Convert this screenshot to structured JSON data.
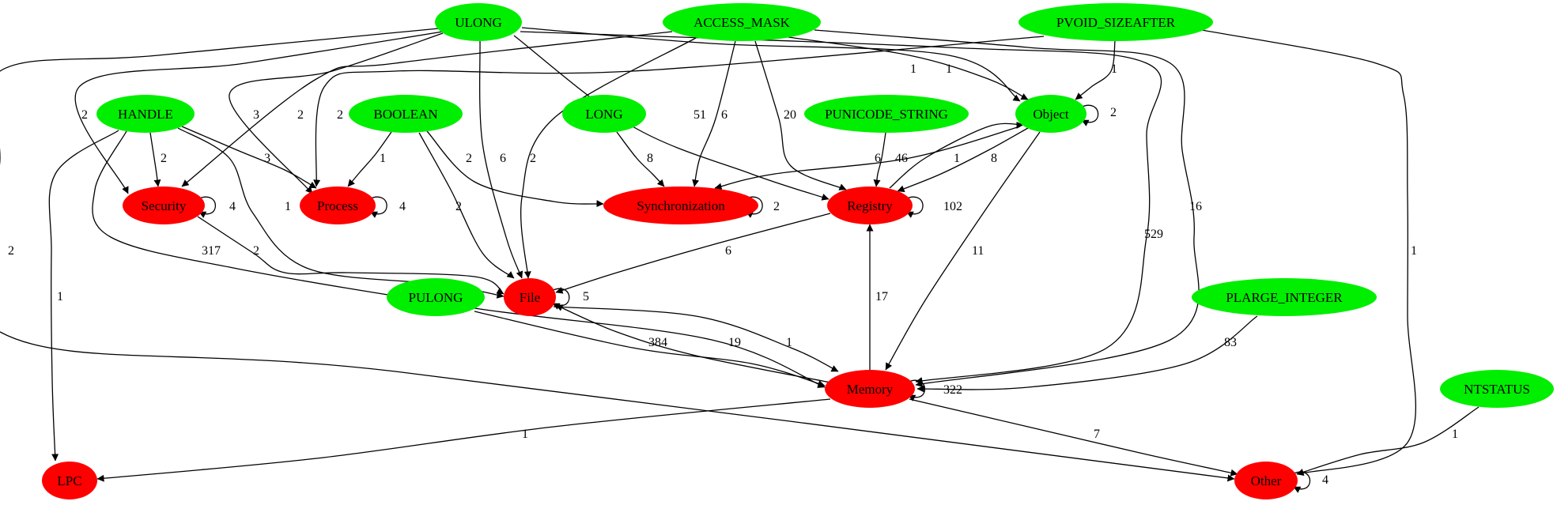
{
  "colors": {
    "type_node": "#00ee00",
    "category_node": "#ff0000",
    "edge": "#000000"
  },
  "nodes": [
    {
      "id": "ULONG",
      "label": "ULONG",
      "kind": "type"
    },
    {
      "id": "ACCESS_MASK",
      "label": "ACCESS_MASK",
      "kind": "type"
    },
    {
      "id": "PVOID_SIZEAFTER",
      "label": "PVOID_SIZEAFTER",
      "kind": "type"
    },
    {
      "id": "HANDLE",
      "label": "HANDLE",
      "kind": "type"
    },
    {
      "id": "BOOLEAN",
      "label": "BOOLEAN",
      "kind": "type"
    },
    {
      "id": "LONG",
      "label": "LONG",
      "kind": "type"
    },
    {
      "id": "PUNICODE_STRING",
      "label": "PUNICODE_STRING",
      "kind": "type"
    },
    {
      "id": "Object",
      "label": "Object",
      "kind": "type"
    },
    {
      "id": "PULONG",
      "label": "PULONG",
      "kind": "type"
    },
    {
      "id": "PLARGE_INTEGER",
      "label": "PLARGE_INTEGER",
      "kind": "type"
    },
    {
      "id": "NTSTATUS",
      "label": "NTSTATUS",
      "kind": "type"
    },
    {
      "id": "Security",
      "label": "Security",
      "kind": "category"
    },
    {
      "id": "Process",
      "label": "Process",
      "kind": "category"
    },
    {
      "id": "Synchronization",
      "label": "Synchronization",
      "kind": "category"
    },
    {
      "id": "Registry",
      "label": "Registry",
      "kind": "category"
    },
    {
      "id": "File",
      "label": "File",
      "kind": "category"
    },
    {
      "id": "Memory",
      "label": "Memory",
      "kind": "category"
    },
    {
      "id": "LPC",
      "label": "LPC",
      "kind": "category"
    },
    {
      "id": "Other",
      "label": "Other",
      "kind": "category"
    }
  ],
  "edges": [
    {
      "from": "ULONG",
      "to": "Security",
      "label": "2"
    },
    {
      "from": "ULONG",
      "to": "Process",
      "label": "3"
    },
    {
      "from": "ULONG",
      "to": "File",
      "label": "6"
    },
    {
      "from": "ULONG",
      "to": "Registry",
      "label": "51"
    },
    {
      "from": "ULONG",
      "to": "Object",
      "label": "1"
    },
    {
      "from": "ULONG",
      "to": "Memory",
      "label": "529"
    },
    {
      "from": "ULONG",
      "to": "Other",
      "label": "2"
    },
    {
      "from": "ACCESS_MASK",
      "to": "Security",
      "label": "2"
    },
    {
      "from": "ACCESS_MASK",
      "to": "File",
      "label": "2"
    },
    {
      "from": "ACCESS_MASK",
      "to": "Synchronization",
      "label": "6"
    },
    {
      "from": "ACCESS_MASK",
      "to": "Registry",
      "label": "20"
    },
    {
      "from": "ACCESS_MASK",
      "to": "Object",
      "label": "1"
    },
    {
      "from": "ACCESS_MASK",
      "to": "Memory",
      "label": "16"
    },
    {
      "from": "PVOID_SIZEAFTER",
      "to": "Process",
      "label": "2"
    },
    {
      "from": "PVOID_SIZEAFTER",
      "to": "Object",
      "label": "1"
    },
    {
      "from": "PVOID_SIZEAFTER",
      "to": "Other",
      "label": "1"
    },
    {
      "from": "HANDLE",
      "to": "Security",
      "label": "2"
    },
    {
      "from": "HANDLE",
      "to": "Process",
      "label": "3"
    },
    {
      "from": "HANDLE",
      "to": "File",
      "label": "1"
    },
    {
      "from": "HANDLE",
      "to": "Memory",
      "label": "317"
    },
    {
      "from": "HANDLE",
      "to": "LPC",
      "label": "1"
    },
    {
      "from": "BOOLEAN",
      "to": "Process",
      "label": "1"
    },
    {
      "from": "BOOLEAN",
      "to": "Synchronization",
      "label": "2"
    },
    {
      "from": "BOOLEAN",
      "to": "File",
      "label": "2"
    },
    {
      "from": "LONG",
      "to": "Synchronization",
      "label": "8"
    },
    {
      "from": "PUNICODE_STRING",
      "to": "Registry",
      "label": "46"
    },
    {
      "from": "Object",
      "to": "Object",
      "label": "2"
    },
    {
      "from": "Object",
      "to": "Synchronization",
      "label": "6"
    },
    {
      "from": "Object",
      "to": "Registry",
      "label": "8"
    },
    {
      "from": "Registry",
      "to": "Object",
      "label": "1"
    },
    {
      "from": "Object",
      "to": "Memory",
      "label": "11"
    },
    {
      "from": "Security",
      "to": "Security",
      "label": "4"
    },
    {
      "from": "Security",
      "to": "File",
      "label": "2"
    },
    {
      "from": "Process",
      "to": "Process",
      "label": "4"
    },
    {
      "from": "Synchronization",
      "to": "Synchronization",
      "label": "2"
    },
    {
      "from": "Registry",
      "to": "Registry",
      "label": "102"
    },
    {
      "from": "Registry",
      "to": "File",
      "label": "6"
    },
    {
      "from": "File",
      "to": "File",
      "label": "5"
    },
    {
      "from": "File",
      "to": "Memory",
      "label": "1"
    },
    {
      "from": "Memory",
      "to": "File",
      "label": "19"
    },
    {
      "from": "PULONG",
      "to": "Memory",
      "label": "384"
    },
    {
      "from": "Memory",
      "to": "Registry",
      "label": "17"
    },
    {
      "from": "PLARGE_INTEGER",
      "to": "Memory",
      "label": "83"
    },
    {
      "from": "Memory",
      "to": "Memory",
      "label": "322"
    },
    {
      "from": "Memory",
      "to": "LPC",
      "label": "1"
    },
    {
      "from": "Memory",
      "to": "Other",
      "label": "7"
    },
    {
      "from": "NTSTATUS",
      "to": "Other",
      "label": "1"
    },
    {
      "from": "Other",
      "to": "Other",
      "label": "4"
    }
  ]
}
